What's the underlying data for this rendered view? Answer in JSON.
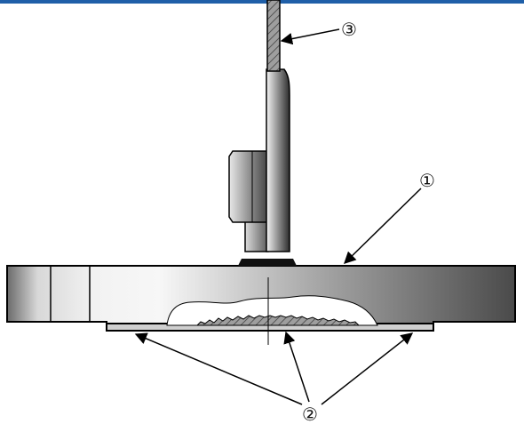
{
  "diagram": {
    "callouts": [
      {
        "id": "callout-1",
        "label": "①"
      },
      {
        "id": "callout-2",
        "label": "②"
      },
      {
        "id": "callout-3",
        "label": "③"
      }
    ]
  },
  "colors": {
    "top_bar": "#1f5fa8",
    "outline": "#000000",
    "metal_light": "#f2f2f2",
    "metal_dark": "#4a4a4a",
    "cavity": "#ffffff"
  }
}
